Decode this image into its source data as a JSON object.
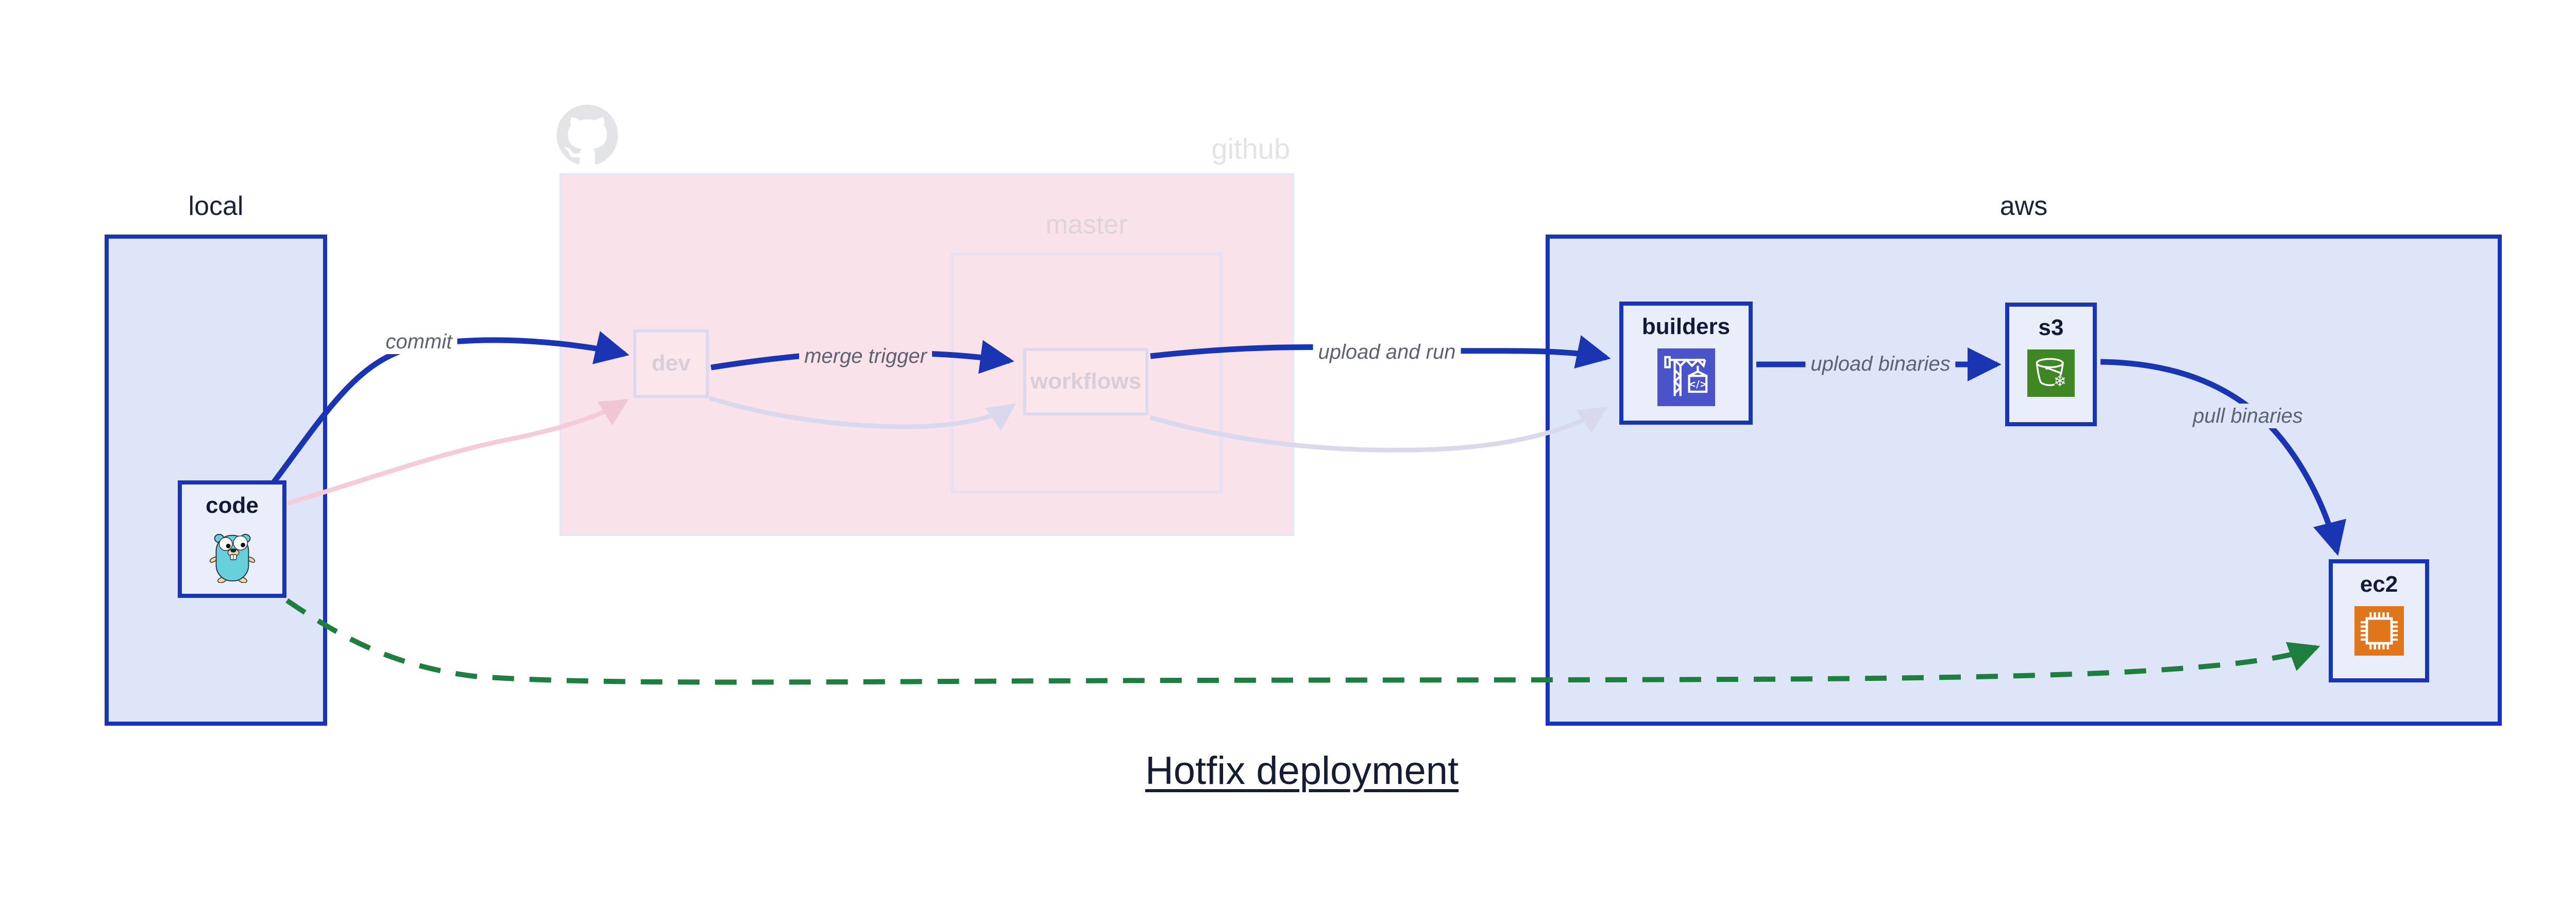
{
  "title": "Hotfix deployment",
  "containers": {
    "local": {
      "label": "local"
    },
    "github": {
      "label": "github",
      "icon": "github-octocat-icon"
    },
    "master": {
      "label": "master"
    },
    "aws": {
      "label": "aws"
    }
  },
  "nodes": {
    "code": {
      "label": "code",
      "icon": "go-gopher-icon"
    },
    "dev": {
      "label": "dev"
    },
    "workflows": {
      "label": "workflows"
    },
    "builders": {
      "label": "builders",
      "icon": "codebuild-crane-icon"
    },
    "s3": {
      "label": "s3",
      "icon": "s3-glacier-bucket-icon"
    },
    "ec2": {
      "label": "ec2",
      "icon": "ec2-chip-icon"
    }
  },
  "edges": {
    "commit": {
      "from": "code",
      "to": "dev",
      "label": "commit",
      "style": "highlighted-blue"
    },
    "merge_trigger": {
      "from": "dev",
      "to": "workflows",
      "label": "merge trigger",
      "style": "highlighted-blue"
    },
    "upload_and_run": {
      "from": "workflows",
      "to": "builders",
      "label": "upload and run",
      "style": "highlighted-blue"
    },
    "upload_binaries": {
      "from": "builders",
      "to": "s3",
      "label": "upload binaries",
      "style": "highlighted-blue"
    },
    "pull_binaries": {
      "from": "s3",
      "to": "ec2",
      "label": "pull binaries",
      "style": "highlighted-blue"
    },
    "hotfix_shortcut": {
      "from": "code",
      "to": "ec2",
      "label": "",
      "style": "green-dashed"
    },
    "code_to_dev_faded": {
      "from": "code",
      "to": "dev",
      "style": "faded-pink"
    },
    "dev_to_workflows_faded": {
      "from": "dev",
      "to": "workflows",
      "style": "faded-lavender"
    },
    "workflows_to_builders_faded": {
      "from": "workflows",
      "to": "builders",
      "style": "faded-lavender"
    }
  },
  "colors": {
    "highlight_blue": "#1a35b4",
    "hotfix_green": "#1e7e3e",
    "faded_pink_edge": "#f3ccd8",
    "faded_lavender_edge": "#d9d9ee",
    "container_fill": "#dfe5f8",
    "node_fill": "#eaeefb",
    "github_fill": "#f9e2e9",
    "edge_label_gray": "#5b6270",
    "title_navy": "#151c33",
    "codebuild_purple": "#4a54c8",
    "s3_green": "#3f8624",
    "ec2_orange": "#e0761c",
    "gopher_teal": "#66d1dc"
  }
}
